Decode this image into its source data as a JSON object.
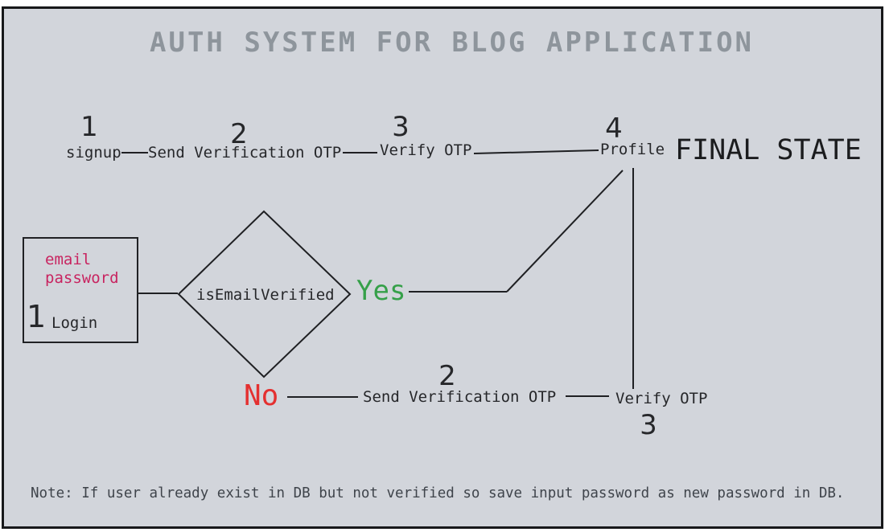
{
  "title": "AUTH SYSTEM FOR BLOG APPLICATION",
  "top_flow": {
    "steps": [
      {
        "num": "1",
        "label": "signup"
      },
      {
        "num": "2",
        "label": "Send Verification OTP"
      },
      {
        "num": "3",
        "label": "Verify OTP"
      },
      {
        "num": "4",
        "label": "Profile"
      }
    ],
    "final_state": "FINAL STATE"
  },
  "login_box": {
    "fields": [
      "email",
      "password"
    ],
    "step_num": "1",
    "label": "Login"
  },
  "decision": {
    "label": "isEmailVerified",
    "yes_label": "Yes",
    "no_label": "No"
  },
  "retry_flow": {
    "steps": [
      {
        "num": "2",
        "label": "Send Verification OTP"
      },
      {
        "num": "3",
        "label": "Verify OTP"
      }
    ]
  },
  "note": "Note: If user already exist in DB but not verified so save input password as new password in DB.",
  "colors": {
    "background": "#d2d5db",
    "border": "#17181a",
    "title_gray": "#8e959c",
    "text": "#26272a",
    "credential_pink": "#c82460",
    "yes_green": "#36a049",
    "no_red": "#e43030"
  }
}
